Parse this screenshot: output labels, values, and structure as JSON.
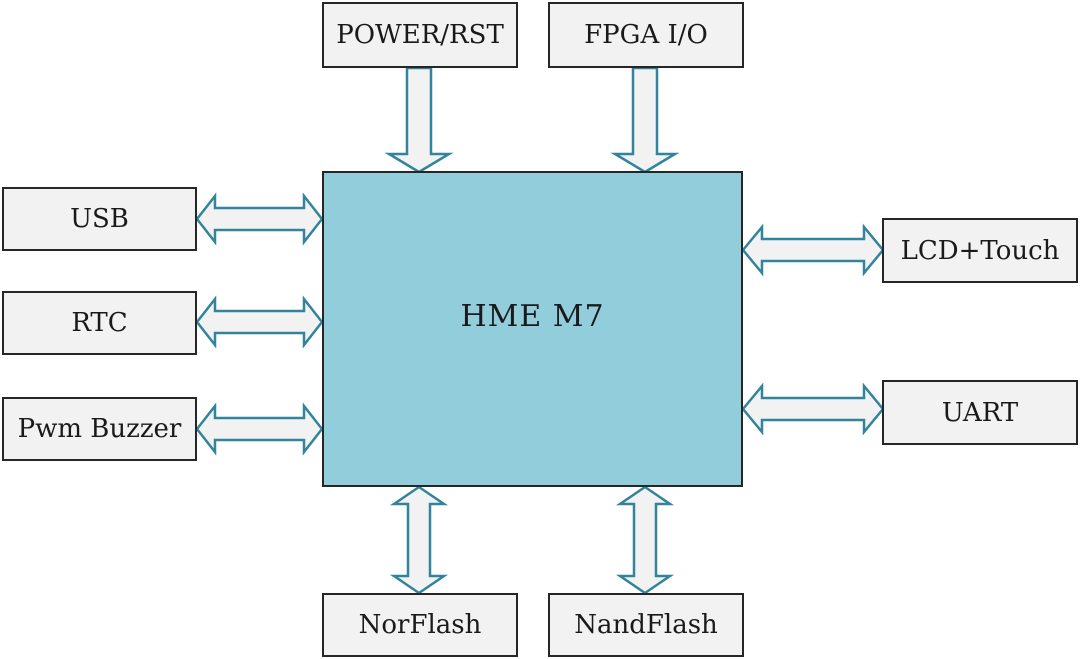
{
  "diagram": {
    "core": {
      "label": "HME M7"
    },
    "top": [
      {
        "label": "POWER/RST",
        "direction": "in"
      },
      {
        "label": "FPGA I/O",
        "direction": "in"
      }
    ],
    "left": [
      {
        "label": "USB",
        "direction": "bidirectional"
      },
      {
        "label": "RTC",
        "direction": "bidirectional"
      },
      {
        "label": "Pwm Buzzer",
        "direction": "bidirectional"
      }
    ],
    "right": [
      {
        "label": "LCD+Touch",
        "direction": "bidirectional"
      },
      {
        "label": "UART",
        "direction": "bidirectional"
      }
    ],
    "bottom": [
      {
        "label": "NorFlash",
        "direction": "bidirectional"
      },
      {
        "label": "NandFlash",
        "direction": "bidirectional"
      }
    ]
  },
  "colors": {
    "core_fill": "#92cddc",
    "box_fill": "#f2f2f2",
    "arrow_fill": "#f2f2f2",
    "arrow_stroke": "#31849b",
    "border": "#262626"
  }
}
